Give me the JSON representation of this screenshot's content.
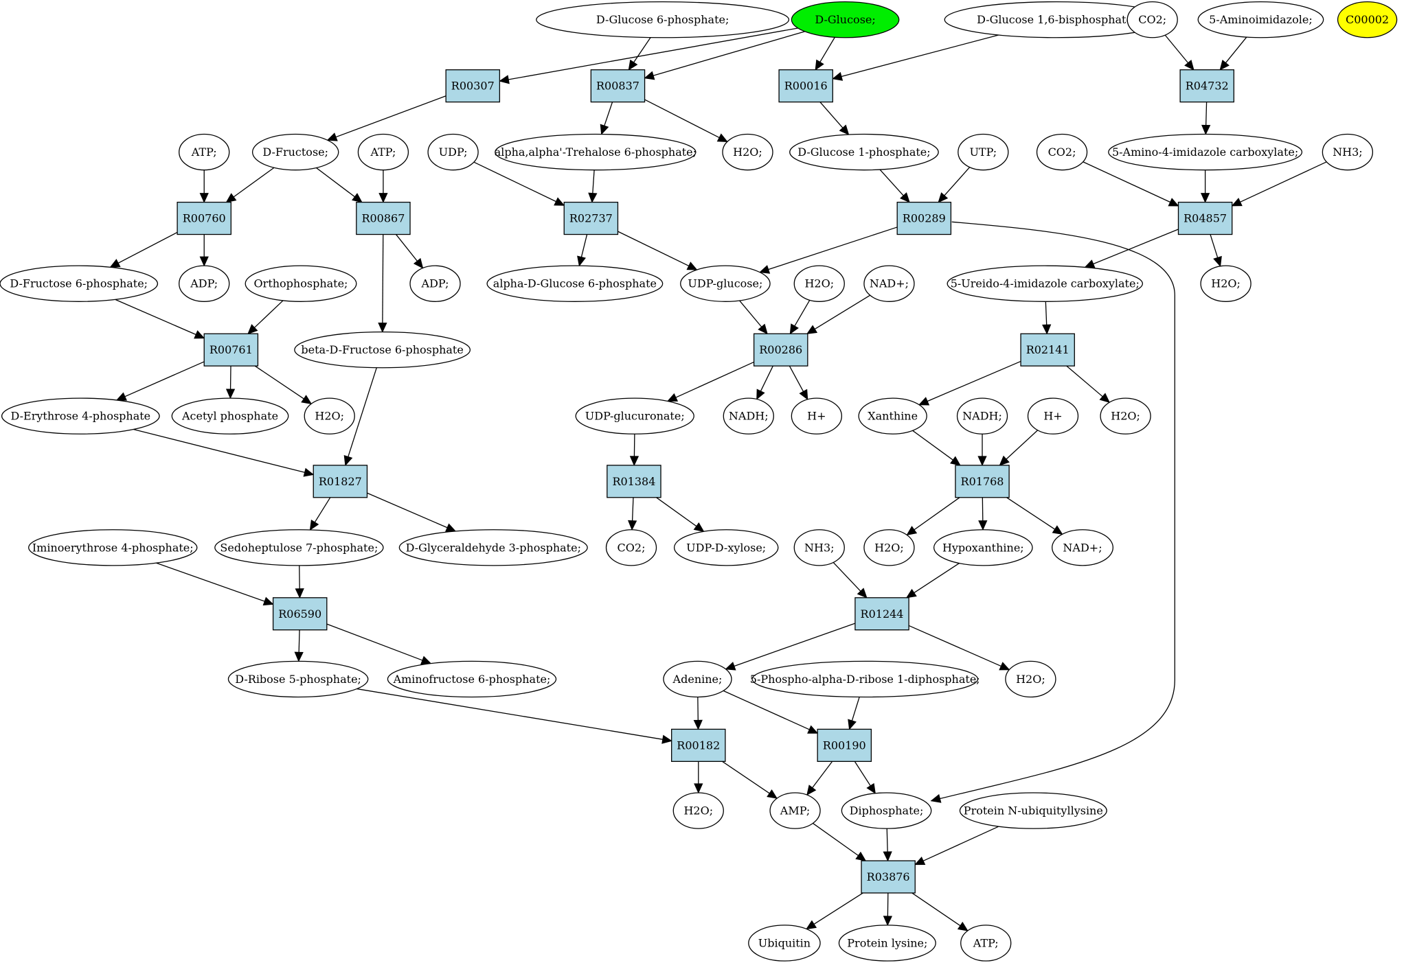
{
  "diagram": {
    "nodes": [
      {
        "id": "glc6p",
        "label": "D-Glucose 6-phosphate;",
        "kind": "compound"
      },
      {
        "id": "glc",
        "label": "D-Glucose;",
        "kind": "compound",
        "color": "#00ee00"
      },
      {
        "id": "glc16bp",
        "label": "D-Glucose 1,6-bisphosphate;",
        "kind": "compound"
      },
      {
        "id": "co2_a",
        "label": "CO2;",
        "kind": "compound"
      },
      {
        "id": "aminoimid",
        "label": "5-Aminoimidazole;",
        "kind": "compound"
      },
      {
        "id": "c00002",
        "label": "C00002",
        "kind": "compound",
        "color": "#ffff00"
      },
      {
        "id": "R00307",
        "label": "R00307",
        "kind": "reaction"
      },
      {
        "id": "R00837",
        "label": "R00837",
        "kind": "reaction"
      },
      {
        "id": "R00016",
        "label": "R00016",
        "kind": "reaction"
      },
      {
        "id": "R04732",
        "label": "R04732",
        "kind": "reaction"
      },
      {
        "id": "atp1",
        "label": "ATP;",
        "kind": "compound"
      },
      {
        "id": "fru",
        "label": "D-Fructose;",
        "kind": "compound"
      },
      {
        "id": "atp2",
        "label": "ATP;",
        "kind": "compound"
      },
      {
        "id": "udp",
        "label": "UDP;",
        "kind": "compound"
      },
      {
        "id": "trehalose6p",
        "label": "alpha,alpha'-Trehalose 6-phosphate;",
        "kind": "compound"
      },
      {
        "id": "h2o_1",
        "label": "H2O;",
        "kind": "compound"
      },
      {
        "id": "glc1p",
        "label": "D-Glucose 1-phosphate;",
        "kind": "compound"
      },
      {
        "id": "utp",
        "label": "UTP;",
        "kind": "compound"
      },
      {
        "id": "co2_b",
        "label": "CO2;",
        "kind": "compound"
      },
      {
        "id": "aica",
        "label": "5-Amino-4-imidazole carboxylate;",
        "kind": "compound"
      },
      {
        "id": "nh3_a",
        "label": "NH3;",
        "kind": "compound"
      },
      {
        "id": "R00760",
        "label": "R00760",
        "kind": "reaction"
      },
      {
        "id": "R00867",
        "label": "R00867",
        "kind": "reaction"
      },
      {
        "id": "R02737",
        "label": "R02737",
        "kind": "reaction"
      },
      {
        "id": "R00289",
        "label": "R00289",
        "kind": "reaction"
      },
      {
        "id": "R04857",
        "label": "R04857",
        "kind": "reaction"
      },
      {
        "id": "fru6p",
        "label": "D-Fructose 6-phosphate;",
        "kind": "compound"
      },
      {
        "id": "adp1",
        "label": "ADP;",
        "kind": "compound"
      },
      {
        "id": "orthophos",
        "label": "Orthophosphate;",
        "kind": "compound"
      },
      {
        "id": "adp2",
        "label": "ADP;",
        "kind": "compound"
      },
      {
        "id": "aglc6p",
        "label": "alpha-D-Glucose 6-phosphate",
        "kind": "compound"
      },
      {
        "id": "udpglc",
        "label": "UDP-glucose;",
        "kind": "compound"
      },
      {
        "id": "h2o_2",
        "label": "H2O;",
        "kind": "compound"
      },
      {
        "id": "nadp",
        "label": "NAD+;",
        "kind": "compound"
      },
      {
        "id": "uica",
        "label": "5-Ureido-4-imidazole carboxylate;",
        "kind": "compound"
      },
      {
        "id": "h2o_3",
        "label": "H2O;",
        "kind": "compound"
      },
      {
        "id": "R00761",
        "label": "R00761",
        "kind": "reaction"
      },
      {
        "id": "bfru6p",
        "label": "beta-D-Fructose 6-phosphate",
        "kind": "compound"
      },
      {
        "id": "R00286",
        "label": "R00286",
        "kind": "reaction"
      },
      {
        "id": "R02141",
        "label": "R02141",
        "kind": "reaction"
      },
      {
        "id": "ery4p",
        "label": "D-Erythrose 4-phosphate",
        "kind": "compound"
      },
      {
        "id": "acetylp",
        "label": "Acetyl phosphate",
        "kind": "compound"
      },
      {
        "id": "h2o_4",
        "label": "H2O;",
        "kind": "compound"
      },
      {
        "id": "udpglcur",
        "label": "UDP-glucuronate;",
        "kind": "compound"
      },
      {
        "id": "nadh1",
        "label": "NADH;",
        "kind": "compound"
      },
      {
        "id": "hplus1",
        "label": "H+",
        "kind": "compound"
      },
      {
        "id": "xanthine",
        "label": "Xanthine",
        "kind": "compound"
      },
      {
        "id": "nadh2",
        "label": "NADH;",
        "kind": "compound"
      },
      {
        "id": "hplus2",
        "label": "H+",
        "kind": "compound"
      },
      {
        "id": "h2o_5",
        "label": "H2O;",
        "kind": "compound"
      },
      {
        "id": "R01827",
        "label": "R01827",
        "kind": "reaction"
      },
      {
        "id": "R01384",
        "label": "R01384",
        "kind": "reaction"
      },
      {
        "id": "R01768",
        "label": "R01768",
        "kind": "reaction"
      },
      {
        "id": "iminoery4p",
        "label": "Iminoerythrose 4-phosphate;",
        "kind": "compound"
      },
      {
        "id": "sedo7p",
        "label": "Sedoheptulose 7-phosphate;",
        "kind": "compound"
      },
      {
        "id": "ga3p",
        "label": "D-Glyceraldehyde 3-phosphate;",
        "kind": "compound"
      },
      {
        "id": "co2_c",
        "label": "CO2;",
        "kind": "compound"
      },
      {
        "id": "udpxyl",
        "label": "UDP-D-xylose;",
        "kind": "compound"
      },
      {
        "id": "nh3_b",
        "label": "NH3;",
        "kind": "compound"
      },
      {
        "id": "h2o_6",
        "label": "H2O;",
        "kind": "compound"
      },
      {
        "id": "hypoxanthine",
        "label": "Hypoxanthine;",
        "kind": "compound"
      },
      {
        "id": "nadp2",
        "label": "NAD+;",
        "kind": "compound"
      },
      {
        "id": "R06590",
        "label": "R06590",
        "kind": "reaction"
      },
      {
        "id": "R01244",
        "label": "R01244",
        "kind": "reaction"
      },
      {
        "id": "rib5p",
        "label": "D-Ribose 5-phosphate;",
        "kind": "compound"
      },
      {
        "id": "aminofru6p",
        "label": "Aminofructose 6-phosphate;",
        "kind": "compound"
      },
      {
        "id": "adenine",
        "label": "Adenine;",
        "kind": "compound"
      },
      {
        "id": "prpp",
        "label": "5-Phospho-alpha-D-ribose 1-diphosphate;",
        "kind": "compound"
      },
      {
        "id": "h2o_7",
        "label": "H2O;",
        "kind": "compound"
      },
      {
        "id": "R00182",
        "label": "R00182",
        "kind": "reaction"
      },
      {
        "id": "R00190",
        "label": "R00190",
        "kind": "reaction"
      },
      {
        "id": "h2o_8",
        "label": "H2O;",
        "kind": "compound"
      },
      {
        "id": "amp",
        "label": "AMP;",
        "kind": "compound"
      },
      {
        "id": "diphos",
        "label": "Diphosphate;",
        "kind": "compound"
      },
      {
        "id": "protubq",
        "label": "Protein N-ubiquityllysine",
        "kind": "compound"
      },
      {
        "id": "R03876",
        "label": "R03876",
        "kind": "reaction"
      },
      {
        "id": "ubiquitin",
        "label": "Ubiquitin",
        "kind": "compound"
      },
      {
        "id": "protlys",
        "label": "Protein lysine;",
        "kind": "compound"
      },
      {
        "id": "atp3",
        "label": "ATP;",
        "kind": "compound"
      }
    ],
    "edges": [
      [
        "glc",
        "R00307"
      ],
      [
        "glc",
        "R00837"
      ],
      [
        "glc6p",
        "R00837"
      ],
      [
        "glc",
        "R00016"
      ],
      [
        "glc16bp",
        "R00016"
      ],
      [
        "co2_a",
        "R04732"
      ],
      [
        "aminoimid",
        "R04732"
      ],
      [
        "R00307",
        "fru"
      ],
      [
        "R00837",
        "trehalose6p"
      ],
      [
        "R00837",
        "h2o_1"
      ],
      [
        "R00016",
        "glc1p"
      ],
      [
        "R04732",
        "aica"
      ],
      [
        "atp1",
        "R00760"
      ],
      [
        "fru",
        "R00760"
      ],
      [
        "fru",
        "R00867"
      ],
      [
        "atp2",
        "R00867"
      ],
      [
        "udp",
        "R02737"
      ],
      [
        "trehalose6p",
        "R02737"
      ],
      [
        "glc1p",
        "R00289"
      ],
      [
        "utp",
        "R00289"
      ],
      [
        "co2_b",
        "R04857"
      ],
      [
        "aica",
        "R04857"
      ],
      [
        "nh3_a",
        "R04857"
      ],
      [
        "R00760",
        "fru6p"
      ],
      [
        "R00760",
        "adp1"
      ],
      [
        "R00867",
        "adp2"
      ],
      [
        "R00867",
        "bfru6p"
      ],
      [
        "R02737",
        "aglc6p"
      ],
      [
        "R02737",
        "udpglc"
      ],
      [
        "R00289",
        "udpglc"
      ],
      [
        "R00289",
        "diphos"
      ],
      [
        "R04857",
        "uica"
      ],
      [
        "R04857",
        "h2o_3"
      ],
      [
        "fru6p",
        "R00761"
      ],
      [
        "orthophos",
        "R00761"
      ],
      [
        "udpglc",
        "R00286"
      ],
      [
        "h2o_2",
        "R00286"
      ],
      [
        "nadp",
        "R00286"
      ],
      [
        "uica",
        "R02141"
      ],
      [
        "R00761",
        "ery4p"
      ],
      [
        "R00761",
        "acetylp"
      ],
      [
        "R00761",
        "h2o_4"
      ],
      [
        "R00286",
        "udpglcur"
      ],
      [
        "R00286",
        "nadh1"
      ],
      [
        "R00286",
        "hplus1"
      ],
      [
        "R02141",
        "xanthine"
      ],
      [
        "R02141",
        "h2o_5"
      ],
      [
        "ery4p",
        "R01827"
      ],
      [
        "bfru6p",
        "R01827"
      ],
      [
        "udpglcur",
        "R01384"
      ],
      [
        "xanthine",
        "R01768"
      ],
      [
        "nadh2",
        "R01768"
      ],
      [
        "hplus2",
        "R01768"
      ],
      [
        "R01827",
        "sedo7p"
      ],
      [
        "R01827",
        "ga3p"
      ],
      [
        "R01384",
        "co2_c"
      ],
      [
        "R01384",
        "udpxyl"
      ],
      [
        "R01768",
        "h2o_6"
      ],
      [
        "R01768",
        "hypoxanthine"
      ],
      [
        "R01768",
        "nadp2"
      ],
      [
        "iminoery4p",
        "R06590"
      ],
      [
        "sedo7p",
        "R06590"
      ],
      [
        "nh3_b",
        "R01244"
      ],
      [
        "hypoxanthine",
        "R01244"
      ],
      [
        "R06590",
        "rib5p"
      ],
      [
        "R06590",
        "aminofru6p"
      ],
      [
        "R01244",
        "adenine"
      ],
      [
        "R01244",
        "h2o_7"
      ],
      [
        "rib5p",
        "R00182"
      ],
      [
        "adenine",
        "R00182"
      ],
      [
        "adenine",
        "R00190"
      ],
      [
        "prpp",
        "R00190"
      ],
      [
        "R00182",
        "h2o_8"
      ],
      [
        "R00182",
        "amp"
      ],
      [
        "R00190",
        "amp"
      ],
      [
        "R00190",
        "diphos"
      ],
      [
        "amp",
        "R03876"
      ],
      [
        "diphos",
        "R03876"
      ],
      [
        "protubq",
        "R03876"
      ],
      [
        "R03876",
        "ubiquitin"
      ],
      [
        "R03876",
        "protlys"
      ],
      [
        "R03876",
        "atp3"
      ]
    ]
  }
}
